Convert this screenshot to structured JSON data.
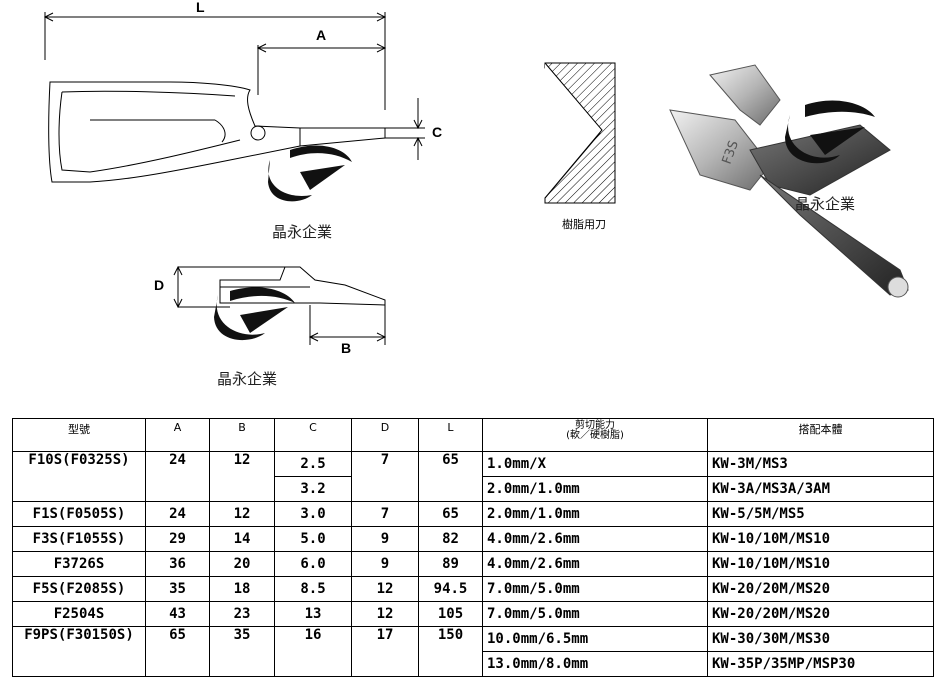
{
  "diagram": {
    "dim_L": "L",
    "dim_A": "A",
    "dim_C": "C",
    "dim_D": "D",
    "dim_B": "B",
    "blade_caption": "樹脂用刀",
    "photo_marking": "F3S",
    "watermark": "晶永企業"
  },
  "table": {
    "headers": {
      "model": "型號",
      "a": "A",
      "b": "B",
      "c": "C",
      "d": "D",
      "l": "L",
      "capacity": "剪切能力",
      "capacity_sub": "(軟／硬樹脂)",
      "body": "搭配本體"
    },
    "rows": [
      {
        "model": "F10S(F0325S)",
        "a": "24",
        "b": "12",
        "c1": "2.5",
        "c2": "3.2",
        "d": "7",
        "l": "65",
        "cap1": "1.0mm/X",
        "cap2": "2.0mm/1.0mm",
        "body1": "KW-3M/MS3",
        "body2": "KW-3A/MS3A/3AM"
      },
      {
        "model": "F1S(F0505S)",
        "a": "24",
        "b": "12",
        "c": "3.0",
        "d": "7",
        "l": "65",
        "cap": "2.0mm/1.0mm",
        "body": "KW-5/5M/MS5"
      },
      {
        "model": "F3S(F1055S)",
        "a": "29",
        "b": "14",
        "c": "5.0",
        "d": "9",
        "l": "82",
        "cap": "4.0mm/2.6mm",
        "body": "KW-10/10M/MS10"
      },
      {
        "model": "F3726S",
        "a": "36",
        "b": "20",
        "c": "6.0",
        "d": "9",
        "l": "89",
        "cap": "4.0mm/2.6mm",
        "body": "KW-10/10M/MS10"
      },
      {
        "model": "F5S(F2085S)",
        "a": "35",
        "b": "18",
        "c": "8.5",
        "d": "12",
        "l": "94.5",
        "cap": "7.0mm/5.0mm",
        "body": "KW-20/20M/MS20"
      },
      {
        "model": "F2504S",
        "a": "43",
        "b": "23",
        "c": "13",
        "d": "12",
        "l": "105",
        "cap": "7.0mm/5.0mm",
        "body": "KW-20/20M/MS20"
      },
      {
        "model": "F9PS(F30150S)",
        "a": "65",
        "b": "35",
        "c": "16",
        "d": "17",
        "l": "150",
        "cap1": "10.0mm/6.5mm",
        "cap2": "13.0mm/8.0mm",
        "body1": "KW-30/30M/MS30",
        "body2": "KW-35P/35MP/MSP30"
      }
    ]
  }
}
